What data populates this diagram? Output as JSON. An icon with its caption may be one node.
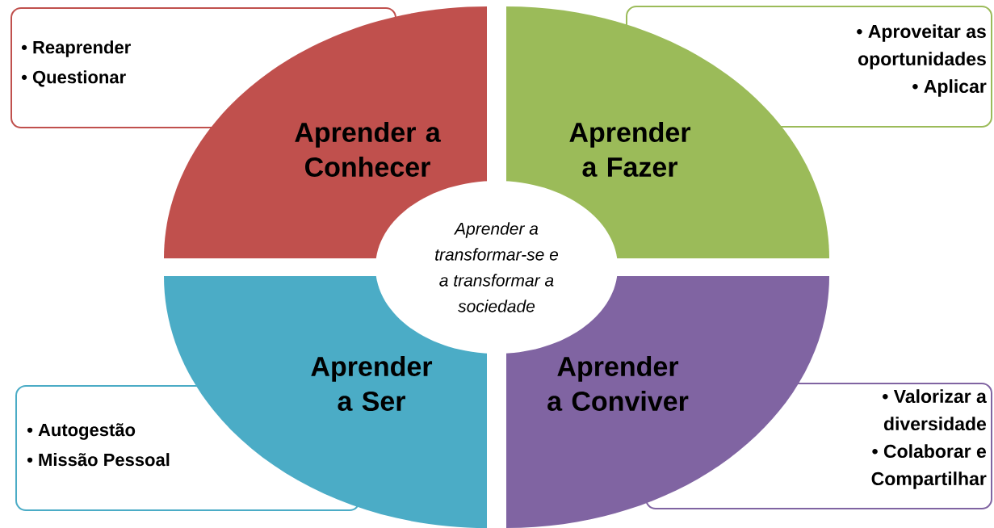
{
  "diagram": {
    "nodes": [
      {
        "text": [
          "• Reaprender",
          "• Questionar"
        ]
      },
      {
        "text": [
          "Aprender a Conhecer"
        ]
      },
      {
        "text": [
          "Aprender a Fazer"
        ]
      },
      {
        "text": [
          "• Aproveitar as oportunidades",
          "• Aplicar"
        ]
      },
      {
        "text": [
          "Aprender a transformar-se e a transformar a sociedade"
        ]
      },
      {
        "text": [
          "Aprender a Ser"
        ]
      },
      {
        "text": [
          "Aprender a Conviver"
        ]
      },
      {
        "text": [
          "• Autogestão",
          "• Missão Pessoal"
        ]
      },
      {
        "text": [
          "• Valorizar a diversidade",
          "• Colaborar e Compartilhar"
        ]
      }
    ]
  }
}
